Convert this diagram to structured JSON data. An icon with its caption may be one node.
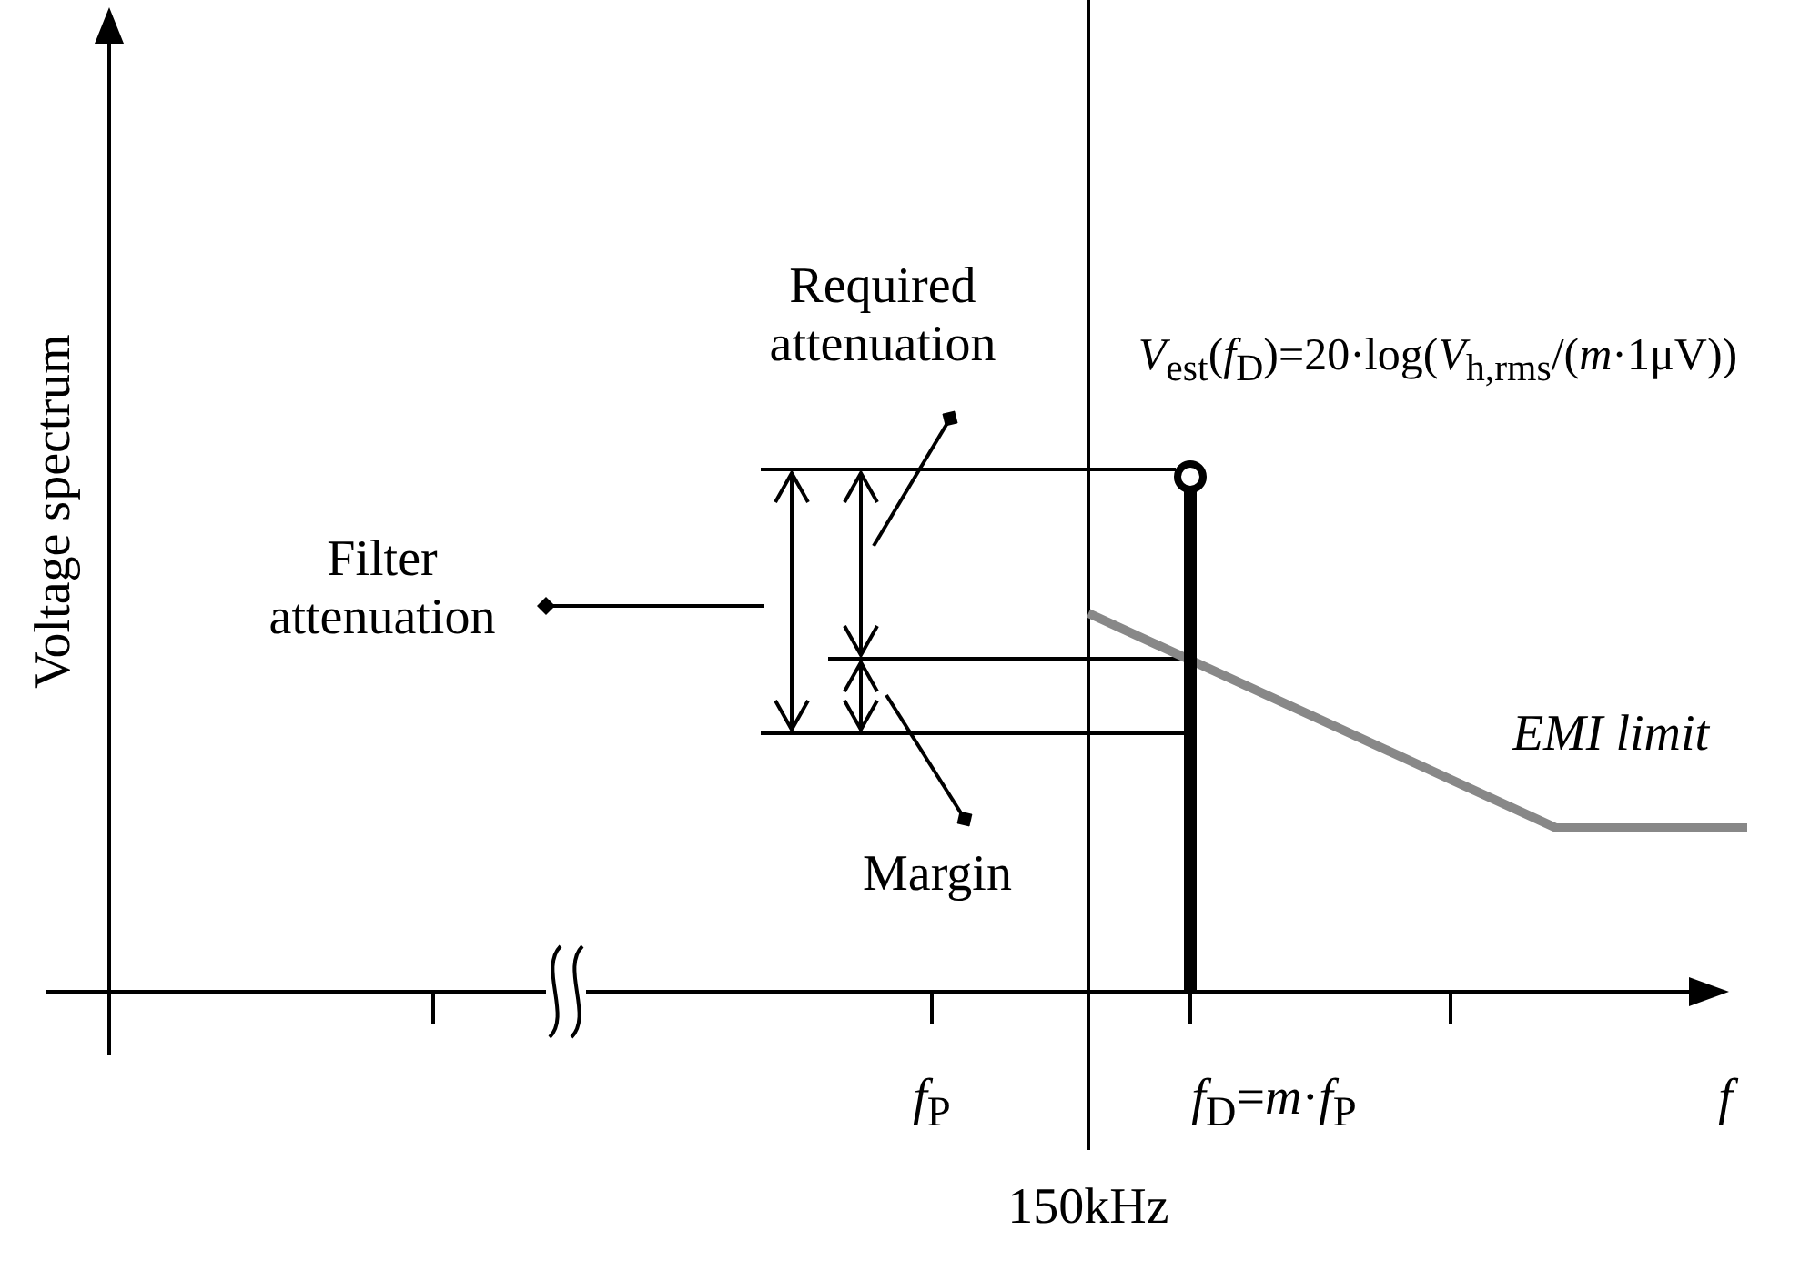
{
  "diagram": {
    "nodes": [
      {
        "text": [
          "Required attenuation"
        ]
      },
      {
        "text": [
          "Filter attenuation"
        ]
      },
      {
        "text": [
          "Margin"
        ]
      }
    ],
    "edges": [
      {
        "from": 0,
        "to": null,
        "arrow": "other"
      },
      {
        "from": 1,
        "to": null,
        "arrow": "other"
      },
      {
        "from": 2,
        "to": null,
        "arrow": "other"
      }
    ],
    "labels": [
      "Voltage spectrum",
      "*V*$_{est}$(*f*$_{D}$)=20·log(*V*$_{h,rms}$/(*m*·1μV))",
      "EMI limit",
      "*f*$_{P}$",
      "*f*$_{D}$=*m*·*f*$_{P}$",
      "*f*",
      "150kHz"
    ]
  }
}
